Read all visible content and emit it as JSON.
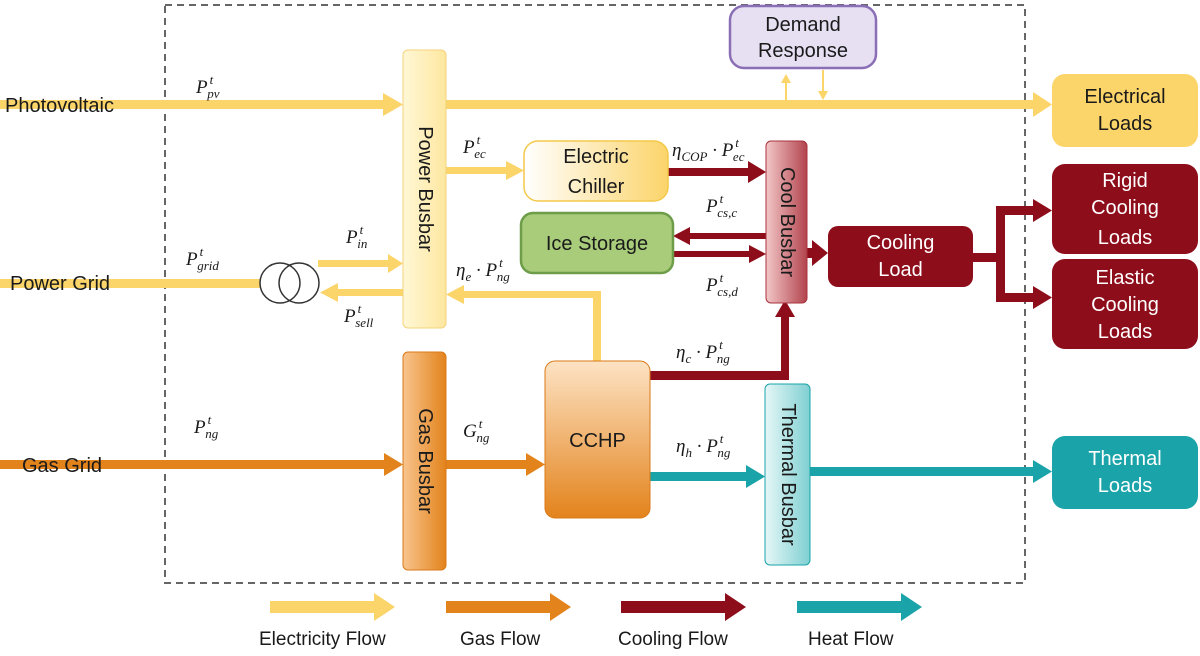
{
  "sources": {
    "photovoltaic": "Photovoltaic",
    "power_grid": "Power Grid",
    "gas_grid": "Gas Grid"
  },
  "nodes": {
    "demand_response": [
      "Demand",
      "Response"
    ],
    "power_busbar": "Power Busbar",
    "gas_busbar": "Gas Busbar",
    "electric_chiller": [
      "Electric",
      "Chiller"
    ],
    "ice_storage": "Ice Storage",
    "cool_busbar": "Cool Busbar",
    "cooling_load": [
      "Cooling",
      "Load"
    ],
    "cchp": "CCHP",
    "thermal_busbar": "Thermal Busbar"
  },
  "loads": {
    "electrical": [
      "Electrical",
      "Loads"
    ],
    "rigid_cooling": [
      "Rigid",
      "Cooling",
      "Loads"
    ],
    "elastic_cooling": [
      "Elastic",
      "Cooling",
      "Loads"
    ],
    "thermal": [
      "Thermal",
      "Loads"
    ]
  },
  "math": {
    "p_pv": {
      "main": "P",
      "sub": "pv",
      "sup": "t"
    },
    "p_grid": {
      "main": "P",
      "sub": "grid",
      "sup": "t"
    },
    "p_in": {
      "main": "P",
      "sub": "in",
      "sup": "t"
    },
    "p_sell": {
      "main": "P",
      "sub": "sell",
      "sup": "t"
    },
    "p_ec": {
      "main": "P",
      "sub": "ec",
      "sup": "t"
    },
    "eta_cop_p_ec": {
      "eta": "η",
      "eta_sub": "COP",
      "dot": " · ",
      "main": "P",
      "sub": "ec",
      "sup": "t"
    },
    "p_cs_c": {
      "main": "P",
      "sub": "cs,c",
      "sup": "t"
    },
    "p_cs_d": {
      "main": "P",
      "sub": "cs,d",
      "sup": "t"
    },
    "eta_e_p_ng": {
      "eta": "η",
      "eta_sub": "e",
      "dot": " · ",
      "main": "P",
      "sub": "ng",
      "sup": "t"
    },
    "eta_c_p_ng": {
      "eta": "η",
      "eta_sub": "c",
      "dot": " · ",
      "main": "P",
      "sub": "ng",
      "sup": "t"
    },
    "eta_h_p_ng": {
      "eta": "η",
      "eta_sub": "h",
      "dot": " · ",
      "main": "P",
      "sub": "ng",
      "sup": "t"
    },
    "p_ng": {
      "main": "P",
      "sub": "ng",
      "sup": "t"
    },
    "g_ng": {
      "main": "G",
      "sub": "ng",
      "sup": "t"
    }
  },
  "legend": {
    "electricity": "Electricity Flow",
    "gas": "Gas Flow",
    "cooling": "Cooling Flow",
    "heat": "Heat Flow"
  },
  "colors": {
    "electricity": "#fbd46a",
    "gas": "#e3831c",
    "cooling": "#8e0d1a",
    "heat": "#1aa3a8",
    "demand_response_fill": "#e7e0f3",
    "demand_response_border": "#8b6fb6",
    "ice_storage_fill": "#a8cc7a",
    "ice_storage_border": "#6e9d4a"
  }
}
